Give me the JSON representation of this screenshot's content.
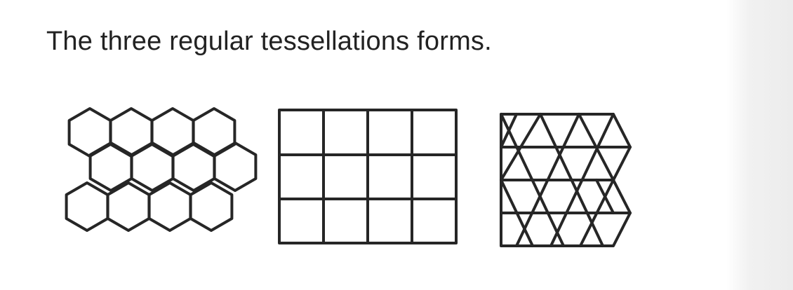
{
  "caption": "The three regular tessellations forms.",
  "colors": {
    "line": "#262626",
    "text": "#222222",
    "background": "#ffffff"
  },
  "tessellations": [
    {
      "name": "hexagonal",
      "shape": "hexagon",
      "count": 12
    },
    {
      "name": "square",
      "shape": "square",
      "count": 12
    },
    {
      "name": "triangular",
      "shape": "triangle"
    }
  ]
}
